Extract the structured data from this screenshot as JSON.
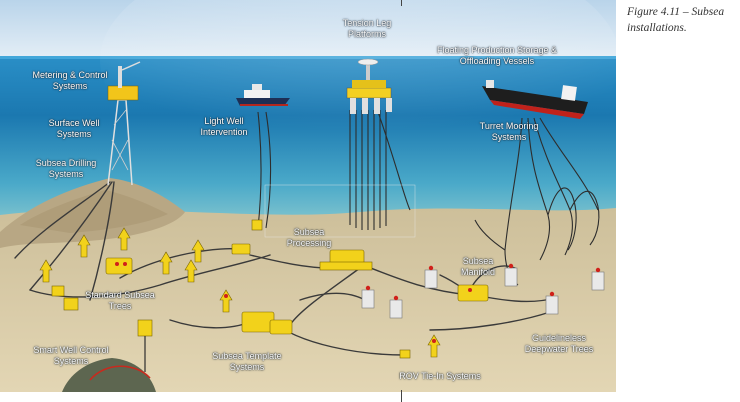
{
  "caption": "Figure 4.11 – Subsea\ninstallations.",
  "colors": {
    "sky": "#cfe3f1",
    "sea_deep": "#0a5c8c",
    "sea_surface": "#2e9bd0",
    "seabed": "#d8c9a4",
    "equipment": "#f2d21b"
  },
  "labels": {
    "tension_leg": "Tension Leg\nPlatforms",
    "fpso": "Floating Production Storage &\nOffloading Vessels",
    "metering": "Metering & Control\nSystems",
    "surface_well": "Surface Well\nSystems",
    "light_well": "Light Well\nIntervention",
    "turret": "Turret Mooring\nSystems",
    "subsea_drilling": "Subsea Drilling\nSystems",
    "subsea_processing": "Subsea\nProcessing",
    "subsea_manifold": "Subsea\nManifold",
    "standard_trees": "Standard Subsea\nTrees",
    "guidelineless": "Guidelineless\nDeepwater Trees",
    "smart_well": "Smart Well Control\nSystems",
    "subsea_template": "Subsea Template\nSystems",
    "rov": "ROV Tie-In Systems"
  }
}
